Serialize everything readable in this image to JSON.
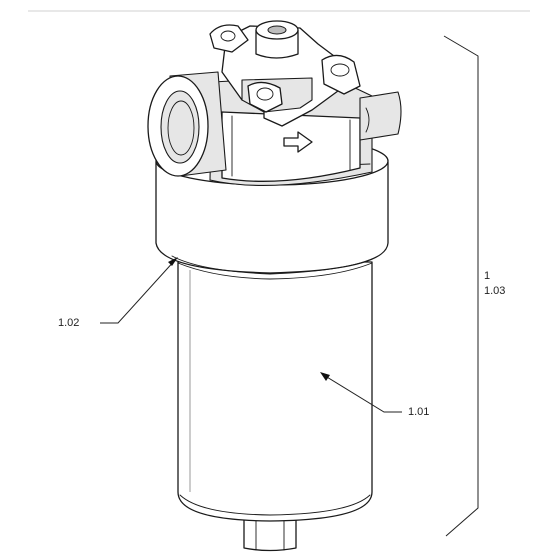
{
  "callouts": {
    "element": "1.01",
    "housing": "1.02",
    "assembly_line1": "1",
    "assembly_line2": "1.03"
  },
  "icons": {
    "flow_direction": "flow-arrow-icon"
  },
  "colors": {
    "line": "#1a1a1a",
    "shade": "#e6e6e6",
    "background": "#ffffff"
  }
}
